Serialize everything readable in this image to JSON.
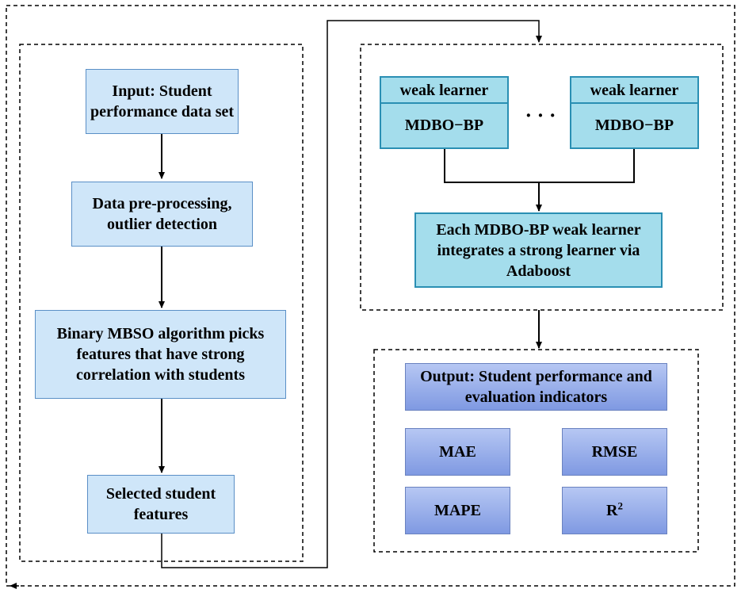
{
  "left_column": {
    "input_box": "Input: Student performance data set",
    "preprocess_box": "Data pre-processing, outlier detection",
    "feature_pick_box": "Binary MBSO algorithm picks features that have strong correlation with students",
    "selected_box": "Selected student features"
  },
  "ensemble": {
    "weak_learner_1": {
      "header": "weak learner",
      "body": "MDBO−BP"
    },
    "ellipsis": "· · ·",
    "weak_learner_2": {
      "header": "weak learner",
      "body": "MDBO−BP"
    },
    "strong_learner_box": "Each MDBO-BP weak learner integrates a strong learner via Adaboost"
  },
  "output": {
    "title_box": "Output: Student performance and evaluation indicators",
    "metrics": {
      "mae": "MAE",
      "rmse": "RMSE",
      "mape": "MAPE",
      "r2_base": "R",
      "r2_sup": "2"
    }
  },
  "colors": {
    "light_box": "#cfe6f9",
    "cyan_box": "#a4ddec",
    "output_gradient_top": "#b6c7f3",
    "output_gradient_bottom": "#7f99e2"
  }
}
